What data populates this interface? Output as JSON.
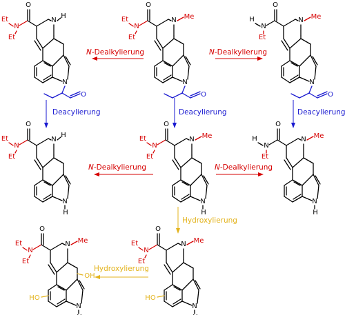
{
  "reactions": {
    "dealkylation": "Dealkylierung",
    "dealkylation_prefix": "N-",
    "deacylation": "Deacylierung",
    "hydroxylation": "Hydroxylierung"
  },
  "atoms": {
    "oxygen": "O",
    "nitrogen": "N",
    "hydrogen": "H",
    "ethyl": "Et",
    "methyl": "Me",
    "hydroxyl_right": "OH",
    "hydroxyl_left": "HO"
  },
  "colors": {
    "dealkylation": "#d60000",
    "deacylation": "#1a1ad0",
    "hydroxylation": "#e3b31c",
    "structure": "#000000"
  }
}
